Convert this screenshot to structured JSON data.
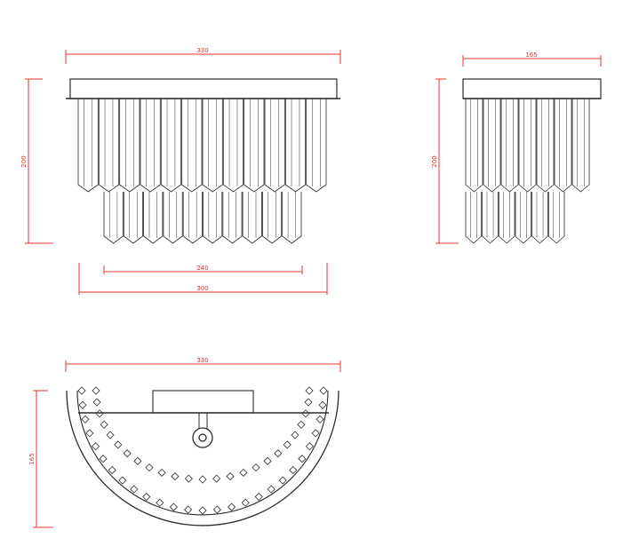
{
  "drawing": {
    "dimension_color": "#e8332a",
    "line_color": "#2b2b2b",
    "views": {
      "front": {
        "width_label": "330",
        "height_label": "200",
        "lower_tier_label": "240",
        "upper_tier_label": "300"
      },
      "side": {
        "width_label": "165",
        "height_label": "200"
      },
      "top": {
        "width_label": "330",
        "depth_label": "165"
      }
    }
  }
}
